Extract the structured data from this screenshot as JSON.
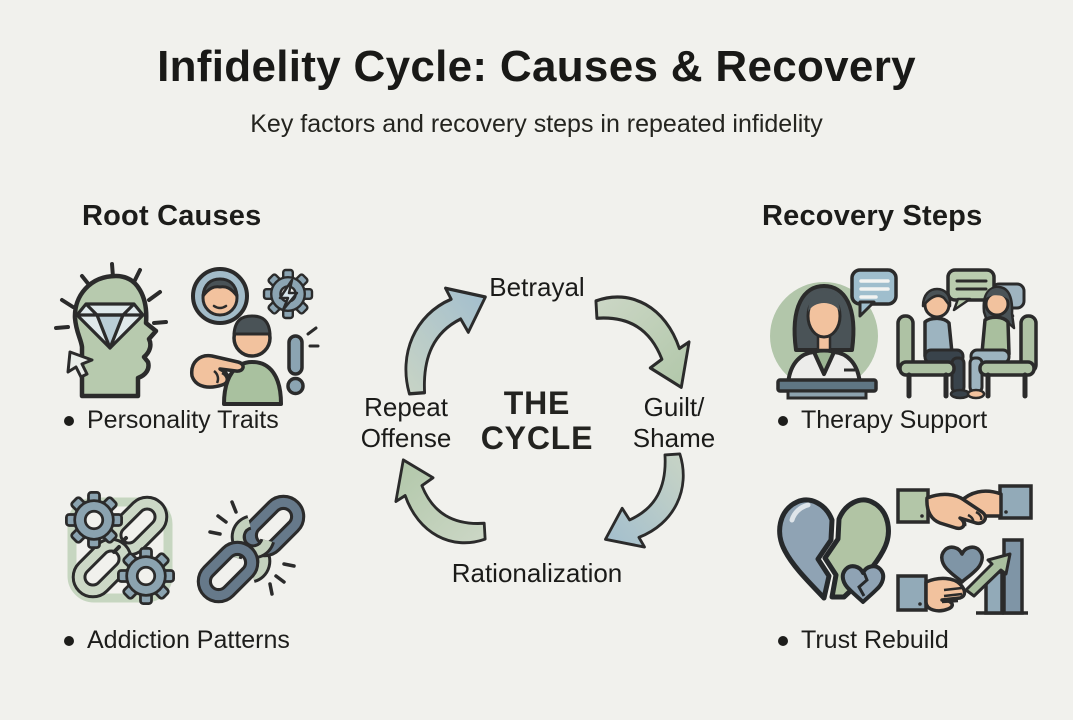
{
  "header": {
    "title": "Infidelity Cycle: Causes & Recovery",
    "subtitle": "Key factors and recovery steps in repeated infidelity"
  },
  "root_causes": {
    "heading": "Root Causes",
    "items": [
      {
        "label": "Personality Traits",
        "icons": [
          "mind-diamond-icon",
          "person-gear-alert-icon"
        ]
      },
      {
        "label": "Addiction Patterns",
        "icons": [
          "gears-chain-icon",
          "broken-chain-icon"
        ]
      }
    ]
  },
  "recovery_steps": {
    "heading": "Recovery Steps",
    "items": [
      {
        "label": "Therapy Support",
        "icons": [
          "therapist-icon",
          "counseling-session-icon"
        ]
      },
      {
        "label": "Trust Rebuild",
        "icons": [
          "broken-heart-icon",
          "handshake-trust-icon"
        ]
      }
    ]
  },
  "cycle": {
    "center": {
      "line1": "THE",
      "line2": "CYCLE"
    },
    "stages": [
      {
        "position": "top",
        "label": "Betrayal"
      },
      {
        "position": "right",
        "label": "Guilt/Shame",
        "line1": "Guilt/",
        "line2": "Shame"
      },
      {
        "position": "bottom",
        "label": "Rationalization"
      },
      {
        "position": "left",
        "label": "Repeat Offense",
        "line1": "Repeat",
        "line2": "Offense"
      }
    ],
    "direction": "clockwise"
  },
  "colors": {
    "background": "#f1f1ed",
    "text": "#1d1d1b",
    "outline": "#2b2b2b",
    "sage_green": "#b3c8ab",
    "slate_blue": "#9fb8c6",
    "dark_slate": "#66798a",
    "skin": "#f2c29e",
    "arrow_green": "#b1c7a9",
    "arrow_blue": "#a2bece"
  }
}
